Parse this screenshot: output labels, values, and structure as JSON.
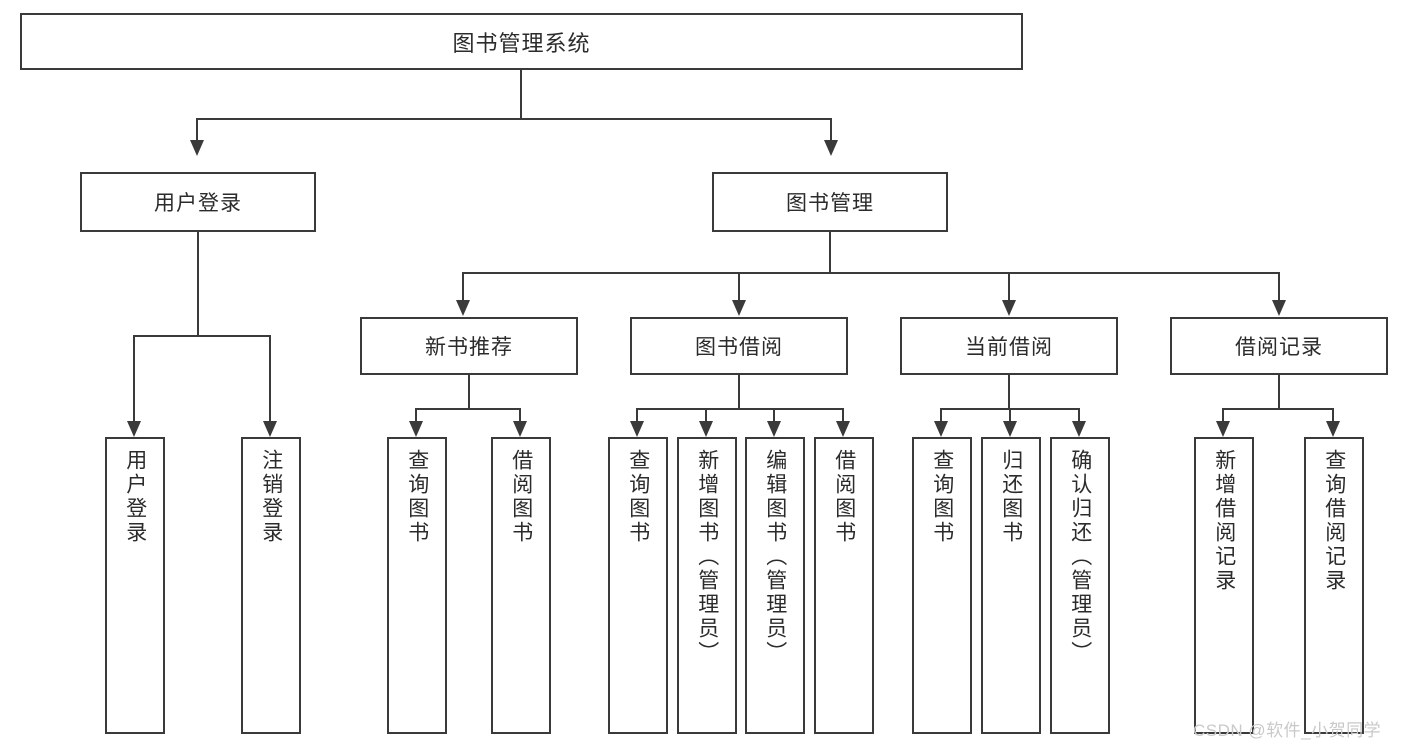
{
  "diagram": {
    "type": "tree",
    "title": "图书管理系统",
    "root": {
      "label": "图书管理系统"
    },
    "level2": [
      {
        "label": "用户登录"
      },
      {
        "label": "图书管理"
      }
    ],
    "level3": [
      {
        "label": "新书推荐"
      },
      {
        "label": "图书借阅"
      },
      {
        "label": "当前借阅"
      },
      {
        "label": "借阅记录"
      }
    ],
    "leaves": {
      "user_login": [
        {
          "label": "用户登录"
        },
        {
          "label": "注销登录"
        }
      ],
      "new_book_recommend": [
        {
          "label": "查询图书"
        },
        {
          "label": "借阅图书"
        }
      ],
      "book_borrow": [
        {
          "label": "查询图书"
        },
        {
          "label": "新增图书（管理员）"
        },
        {
          "label": "编辑图书（管理员）"
        },
        {
          "label": "借阅图书"
        }
      ],
      "current_borrow": [
        {
          "label": "查询图书"
        },
        {
          "label": "归还图书"
        },
        {
          "label": "确认归还（管理员）"
        }
      ],
      "borrow_record": [
        {
          "label": "新增借阅记录"
        },
        {
          "label": "查询借阅记录"
        }
      ]
    }
  },
  "watermark": {
    "text": "CSDN @软件_小贺同学"
  },
  "colors": {
    "stroke": "#3a3a3a",
    "background": "#ffffff",
    "text": "#2b2b2b",
    "watermark": "#c9c9c9"
  }
}
